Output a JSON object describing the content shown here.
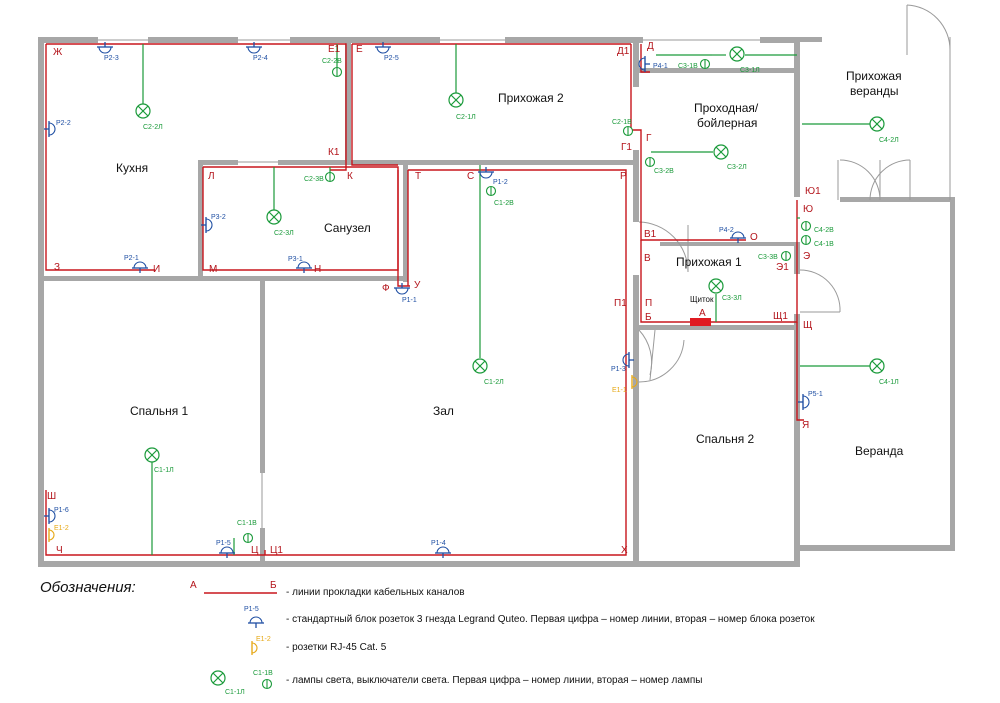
{
  "rooms": {
    "kitchen": "Кухня",
    "hall2": "Прихожая 2",
    "veranda_hall": "Прихожая веранды",
    "boiler": "Проходная/ бойлерная",
    "bathroom": "Санузел",
    "hall1": "Прихожая 1",
    "bedroom1": "Спальня 1",
    "zal": "Зал",
    "bedroom2": "Спальня 2",
    "veranda": "Веранда",
    "shchitok": "Щиток"
  },
  "points": {
    "Zh": "Ж",
    "E1": "Е1",
    "E": "Е",
    "D1": "Д1",
    "D": "Д",
    "G": "Г",
    "G1": "Г1",
    "K1": "К1",
    "K": "К",
    "L": "Л",
    "T": "Т",
    "S": "С",
    "R": "Р",
    "Z": "З",
    "I": "И",
    "M": "М",
    "N": "Н",
    "F": "Ф",
    "U": "У",
    "V1": "В1",
    "V": "В",
    "O": "О",
    "Yu1": "Ю1",
    "Yu": "Ю",
    "Ea": "Э",
    "E1a": "Э1",
    "P1": "П1",
    "P": "П",
    "B": "Б",
    "A": "А",
    "Shch1": "Щ1",
    "Shch": "Щ",
    "Ya": "Я",
    "Sh": "Ш",
    "Ch": "Ч",
    "Ts": "Ц",
    "Ts1": "Ц1",
    "Kh": "Х"
  },
  "sockets": {
    "r23": "Р2-3",
    "r24": "Р2-4",
    "r25": "Р2-5",
    "r22": "Р2-2",
    "r21": "Р2-1",
    "r32": "Р3-2",
    "r31": "Р3-1",
    "r11": "Р1-1",
    "r12": "Р1-2",
    "r13": "Р1-3",
    "r14": "Р1-4",
    "r15": "Р1-5",
    "r16": "Р1-6",
    "r41": "Р4-1",
    "r42": "Р4-2",
    "r51": "Р5-1"
  },
  "rj45": {
    "e11": "Е1-1",
    "e12": "Е1-2"
  },
  "lamps": {
    "c2_2l": "С2-2Л",
    "c2_1l": "С2-1Л",
    "c3_1l": "С3-1Л",
    "c3_2l": "С3-2Л",
    "c2_3l": "С2-3Л",
    "c4_2l": "С4-2Л",
    "c3_3l": "С3-3Л",
    "c1_2l": "С1-2Л",
    "c1_1l": "С1-1Л",
    "c4_1l": "С4-1Л"
  },
  "switches": {
    "c2_2v": "С2-2В",
    "c2_1v": "С2-1В",
    "c3_1v": "С3-1В",
    "c3_2v": "С3-2В",
    "c2_3v": "С2-3В",
    "c1_2v": "С1-2В",
    "c4_2v": "С4-2В",
    "c4_1v": "С4-1В",
    "c3_3v": "С3-3В",
    "c1_1v": "С1-1В"
  },
  "legend": {
    "title": "Обозначения:",
    "line_a": "А",
    "line_b": "Б",
    "line_text": "- линии прокладки кабельных каналов",
    "socket_label": "Р1-5",
    "socket_text": "- стандартный блок розеток 3 гнезда Legrand Quteo. Первая цифра – номер линии, вторая – номер блока розеток",
    "rj_label": "Е1-2",
    "rj_text": "- розетки RJ-45 Cat. 5",
    "lamp_label": "С1-1Л",
    "switch_label": "С1-1В",
    "lamp_text": "- лампы света, выключатели света. Первая цифра – номер линии, вторая – номер лампы"
  },
  "colors": {
    "wall": "#a7a7a7",
    "cable": "#c8161d",
    "socket": "#1f4fa3",
    "light": "#1a9a3a",
    "rj45": "#e6a817"
  }
}
